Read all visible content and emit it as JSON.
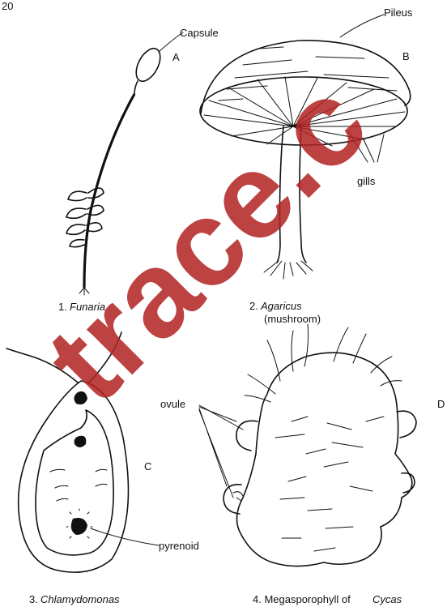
{
  "page_number": "20",
  "watermark": "trace.c",
  "labels": {
    "capsule": "Capsule",
    "a": "A",
    "pileus": "Pileus",
    "b": "B",
    "gills": "gills",
    "c": "C",
    "pyrenoid": "pyrenoid",
    "ovule": "ovule",
    "d": "D"
  },
  "captions": {
    "fig1_num": "1.",
    "fig1_name": "Funaria",
    "fig2_num": "2.",
    "fig2_name": "Agaricus",
    "fig2_common": "(mushroom)",
    "fig3_num": "3.",
    "fig3_name": "Chlamydomonas",
    "fig4_prefix": "4. Megasporophyll of",
    "fig4_name": "Cycas"
  }
}
